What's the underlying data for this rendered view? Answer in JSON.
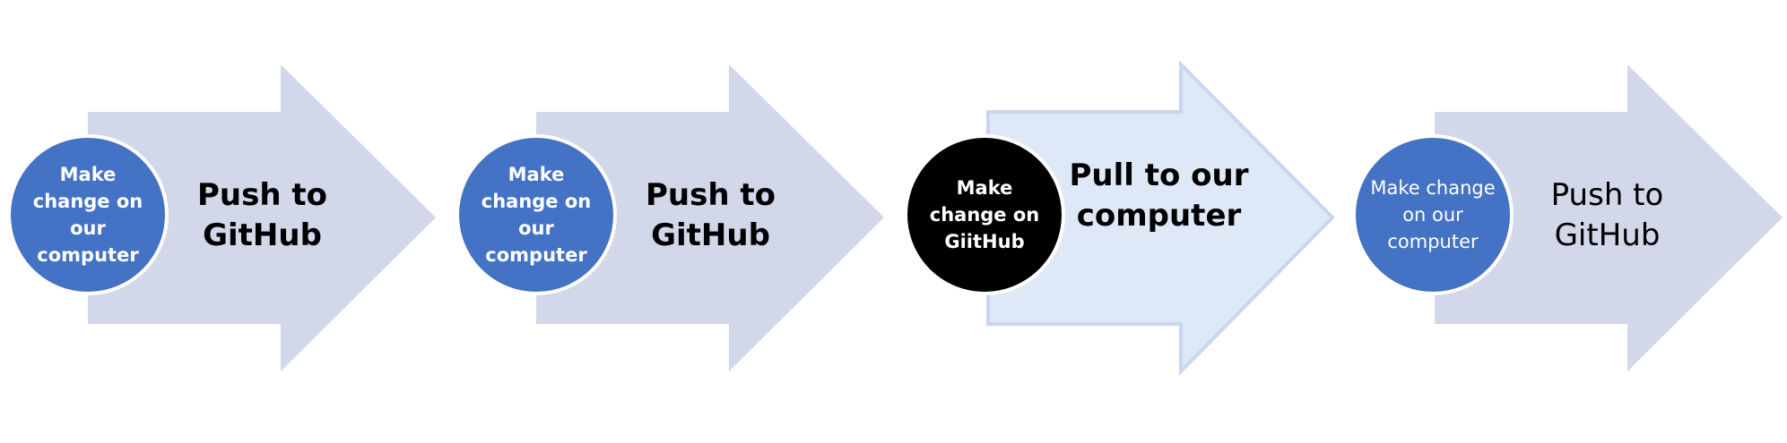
{
  "steps": [
    {
      "circle_text": "Make change on our computer",
      "arrow_text": "Push to GitHub",
      "circle_color": "#4472C4",
      "arrow_color": "#D2D7E9",
      "bold": true
    },
    {
      "circle_text": "Make change on our computer",
      "arrow_text": "Push to GitHub",
      "circle_color": "#4472C4",
      "arrow_color": "#D2D7E9",
      "bold": true
    },
    {
      "circle_text": "Make change on GiitHub",
      "arrow_text": "Pull to our computer",
      "circle_color": "#000000",
      "arrow_color": "#DEE8F6",
      "arrow_outline": "#C9D6EE",
      "bold": true
    },
    {
      "circle_text": "Make change on our computer",
      "arrow_text": "Push to GitHub",
      "circle_color": "#4472C4",
      "arrow_color": "#D2D7E9",
      "bold": false
    }
  ]
}
